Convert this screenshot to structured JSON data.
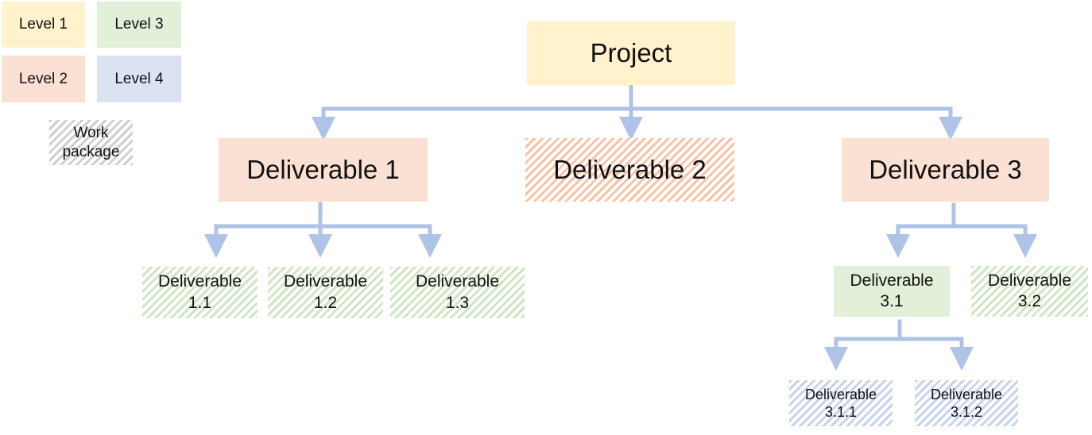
{
  "legend": {
    "level1": "Level 1",
    "level2": "Level 2",
    "level3": "Level 3",
    "level4": "Level 4",
    "work_package_line1": "Work",
    "work_package_line2": "package"
  },
  "nodes": {
    "project": "Project",
    "d1": "Deliverable 1",
    "d2": "Deliverable 2",
    "d3": "Deliverable 3",
    "d1_1": {
      "line1": "Deliverable",
      "line2": "1.1"
    },
    "d1_2": {
      "line1": "Deliverable",
      "line2": "1.2"
    },
    "d1_3": {
      "line1": "Deliverable",
      "line2": "1.3"
    },
    "d3_1": {
      "line1": "Deliverable",
      "line2": "3.1"
    },
    "d3_2": {
      "line1": "Deliverable",
      "line2": "3.2"
    },
    "d3_1_1": {
      "line1": "Deliverable",
      "line2": "3.1.1"
    },
    "d3_1_2": {
      "line1": "Deliverable",
      "line2": "3.1.2"
    }
  },
  "colors": {
    "level1": "#fff2cc",
    "level2": "#fbe1d4",
    "level3": "#e2efd9",
    "level4": "#dbe3f2",
    "connector": "#aec3e6"
  }
}
